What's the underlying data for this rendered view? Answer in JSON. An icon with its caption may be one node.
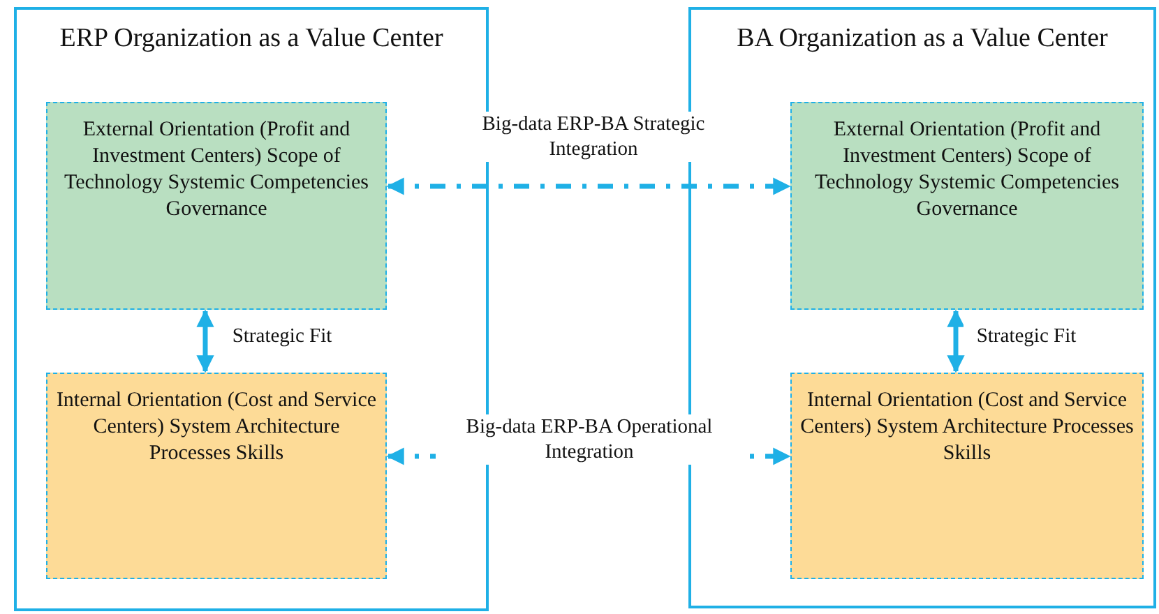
{
  "diagram": {
    "nodes": [
      {
        "text": [
          "ERP Organization as a Value Center"
        ]
      },
      {
        "text": [
          "External Orientation (Profit and Investment Centers) Scope of Technology Systemic Competencies Governance"
        ],
        "in": 0
      },
      {
        "text": [
          "Internal Orientation (Cost and Service Centers) System Architecture Processes Skills"
        ],
        "in": 0
      },
      {
        "text": [
          "BA Organization as a Value Center"
        ]
      },
      {
        "text": [
          "External Orientation (Profit and Investment Centers) Scope of Technology Systemic Competencies Governance"
        ],
        "in": 3
      },
      {
        "text": [
          "Internal Orientation (Cost and Service Centers) System Architecture Processes Skills"
        ],
        "in": 3
      }
    ],
    "edges": [
      {
        "from": 1,
        "to": 4,
        "arrow": "both",
        "style": "dashed",
        "label": "Big-data ERP-BA Strategic Integration"
      },
      {
        "from": 1,
        "to": 2,
        "arrow": "both",
        "label": "Strategic Fit"
      },
      {
        "from": 2,
        "to": 5,
        "arrow": "both",
        "style": "dashed",
        "label": "Big-data ERP-BA Operational Integration"
      },
      {
        "from": 4,
        "to": 5,
        "arrow": "both",
        "label": "Strategic Fit"
      }
    ]
  }
}
